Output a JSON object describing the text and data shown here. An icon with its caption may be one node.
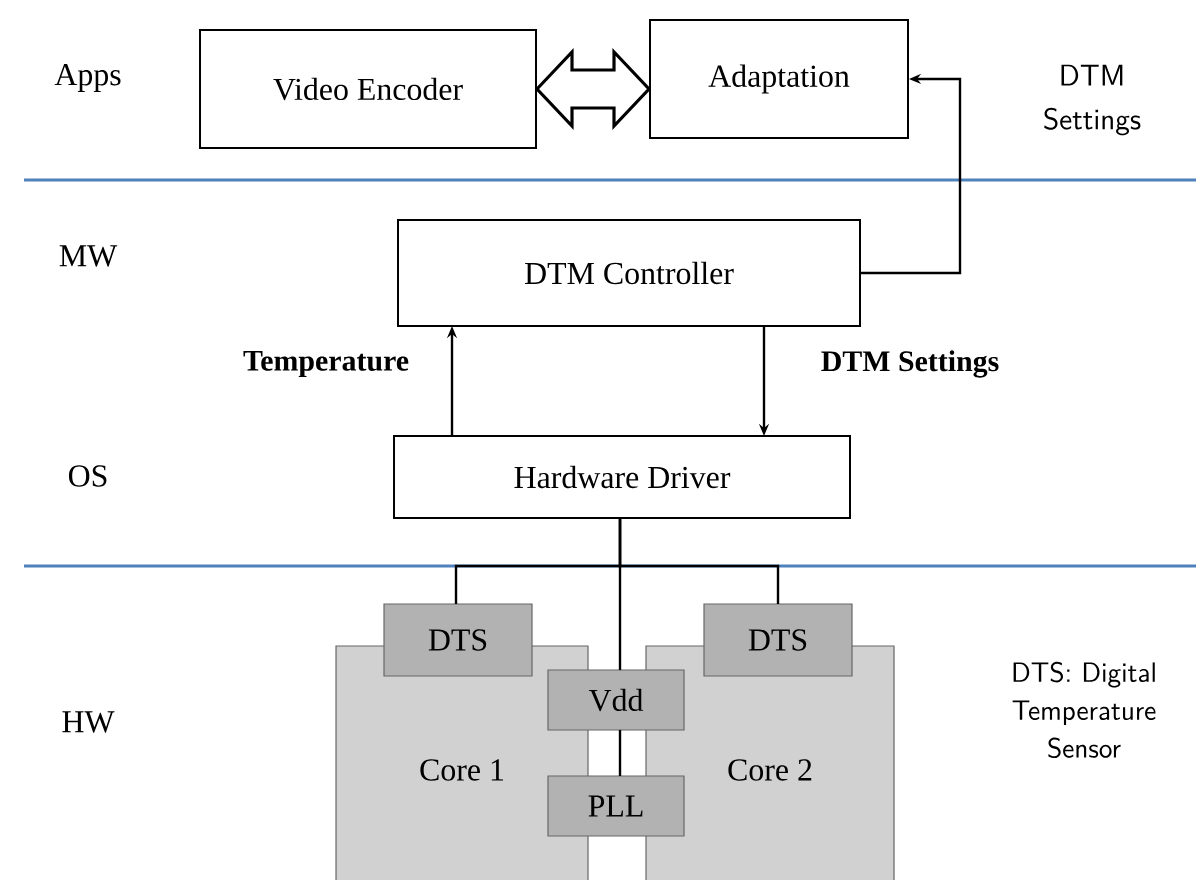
{
  "diagram": {
    "nodes": [
      {
        "text": [
          "Video Encoder"
        ]
      },
      {
        "text": [
          "Adaptation"
        ]
      },
      {
        "text": [
          "DTM Controller"
        ]
      },
      {
        "text": [
          "Hardware Driver"
        ]
      },
      {
        "text": [
          "Core 1"
        ]
      },
      {
        "text": [
          "Core 2"
        ]
      },
      {
        "text": [
          "DTS"
        ]
      },
      {
        "text": [
          "DTS"
        ]
      },
      {
        "text": [
          "Vdd"
        ]
      },
      {
        "text": [
          "PLL"
        ]
      }
    ],
    "edges": [
      {
        "from": 0,
        "to": 1,
        "arrow": "both",
        "style": "thick"
      },
      {
        "from": 2,
        "to": 1,
        "arrow": "to",
        "label": "DTM Settings"
      },
      {
        "from": 3,
        "to": 2,
        "arrow": "to",
        "label": "Temperature"
      },
      {
        "from": 2,
        "to": 3,
        "arrow": "to",
        "label": "DTM Settings"
      },
      {
        "from": 3,
        "to": 6,
        "arrow": "none"
      },
      {
        "from": 3,
        "to": 8,
        "arrow": "none"
      },
      {
        "from": 3,
        "to": 7,
        "arrow": "none"
      },
      {
        "from": 8,
        "to": 9,
        "arrow": "none"
      }
    ],
    "labels": [
      "Apps",
      "MW",
      "OS",
      "HW",
      "DTS: Digital Temperature Sensor"
    ]
  }
}
